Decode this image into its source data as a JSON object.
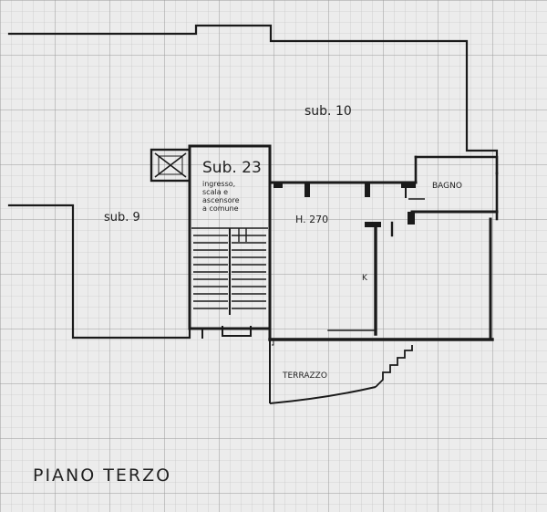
{
  "plan": {
    "title": "PIANO TERZO",
    "units": {
      "sub10": "sub. 10",
      "sub9": "sub. 9",
      "sub23": "Sub. 23"
    },
    "common_area": {
      "line1": "ingresso,",
      "line2": "scala e",
      "line3": "ascensore",
      "line4": "a comune"
    },
    "rooms": {
      "bathroom": "BAGNO",
      "terrace": "TERRAZZO",
      "kitchen": "K"
    },
    "height_label": "H. 270"
  }
}
